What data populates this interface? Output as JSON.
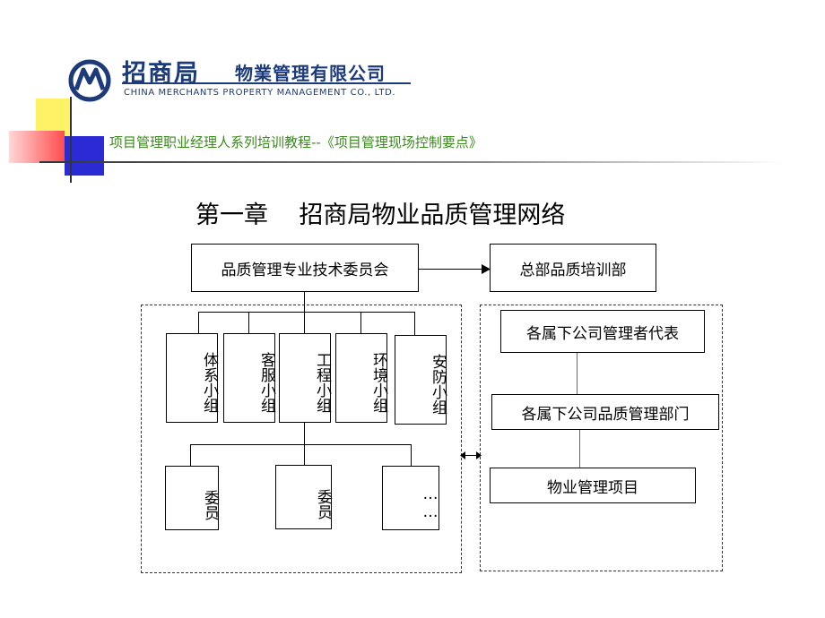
{
  "header": {
    "logo_cn_main": "招商局",
    "logo_cn_sub": "物業管理有限公司",
    "logo_en": "CHINA MERCHANTS PROPERTY MANAGEMENT CO., LTD.",
    "subtitle": "项目管理职业经理人系列培训教程--《项目管理现场控制要点》"
  },
  "chapter": "第一章    招商局物业品质管理网络",
  "left": {
    "committee": "品质管理专业技术委员会",
    "groups": [
      "体系小组",
      "客服小组",
      "工程小组",
      "环境小组",
      "安防小组"
    ],
    "members": [
      "委员",
      "委员",
      "……"
    ]
  },
  "right": {
    "training": "总部品质培训部",
    "rep": "各属下公司管理者代表",
    "dept": "各属下公司品质管理部门",
    "project": "物业管理项目"
  },
  "colors": {
    "logo_blue": "#1d3a7a",
    "subtitle_green": "#3a8a1c",
    "deco_yellow": "#fff266",
    "deco_red": "#ff4c4c",
    "deco_blue": "#2b2bd6"
  }
}
